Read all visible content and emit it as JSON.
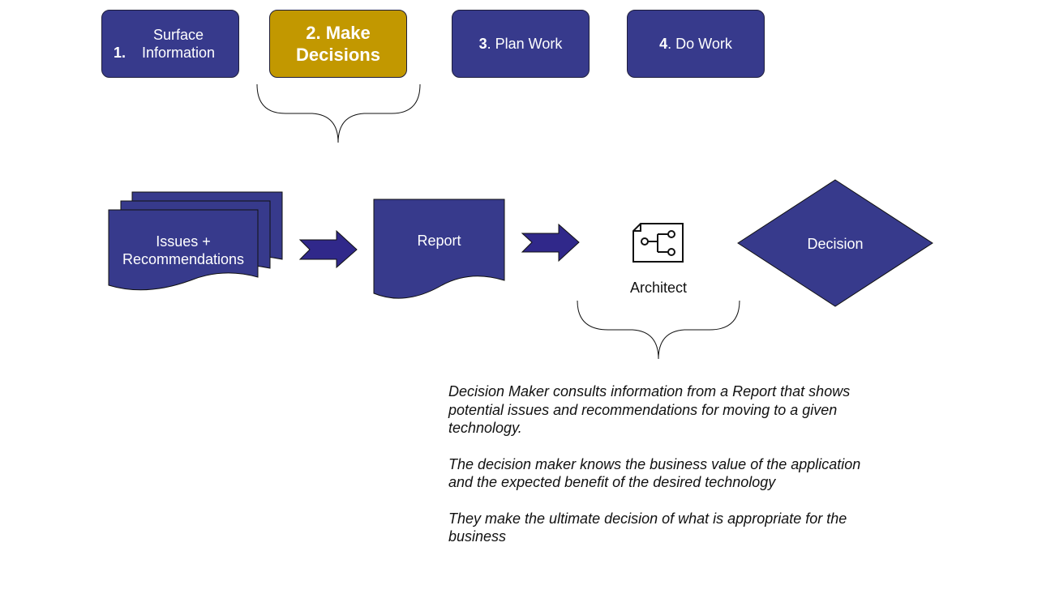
{
  "steps": [
    {
      "num": "1.",
      "label": "Surface Information"
    },
    {
      "num": "2.",
      "label": "Make Decisions"
    },
    {
      "num": "3",
      "label": ". Plan Work"
    },
    {
      "num": "4",
      "label": ". Do Work"
    }
  ],
  "flow": {
    "issues": "Issues + Recommendations",
    "report": "Report",
    "architect": "Architect",
    "decision": "Decision"
  },
  "description": [
    "Decision Maker consults information from a Report that shows potential issues and recommendations for moving to a given technology.",
    "The decision maker knows the business value of the application and the expected benefit of the desired technology",
    "They make the ultimate decision of what is appropriate for the business"
  ],
  "colors": {
    "primary": "#373a8c",
    "active": "#c29800",
    "arrow": "#30288a"
  }
}
